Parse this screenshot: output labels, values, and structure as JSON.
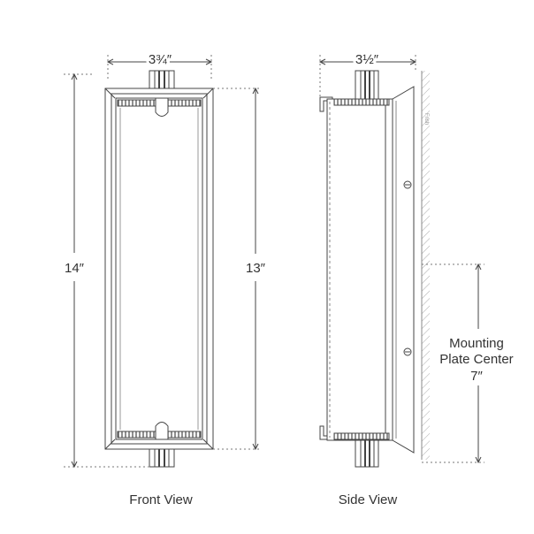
{
  "front_view": {
    "caption": "Front View",
    "width_dim": "3¾″",
    "overall_height_dim": "14″",
    "glass_height_dim": "13″"
  },
  "side_view": {
    "caption": "Side View",
    "depth_dim": "3½″",
    "wall_tag": "Fnsh",
    "mounting_label_line1": "Mounting",
    "mounting_label_line2": "Plate Center",
    "mounting_dim": "7″"
  }
}
